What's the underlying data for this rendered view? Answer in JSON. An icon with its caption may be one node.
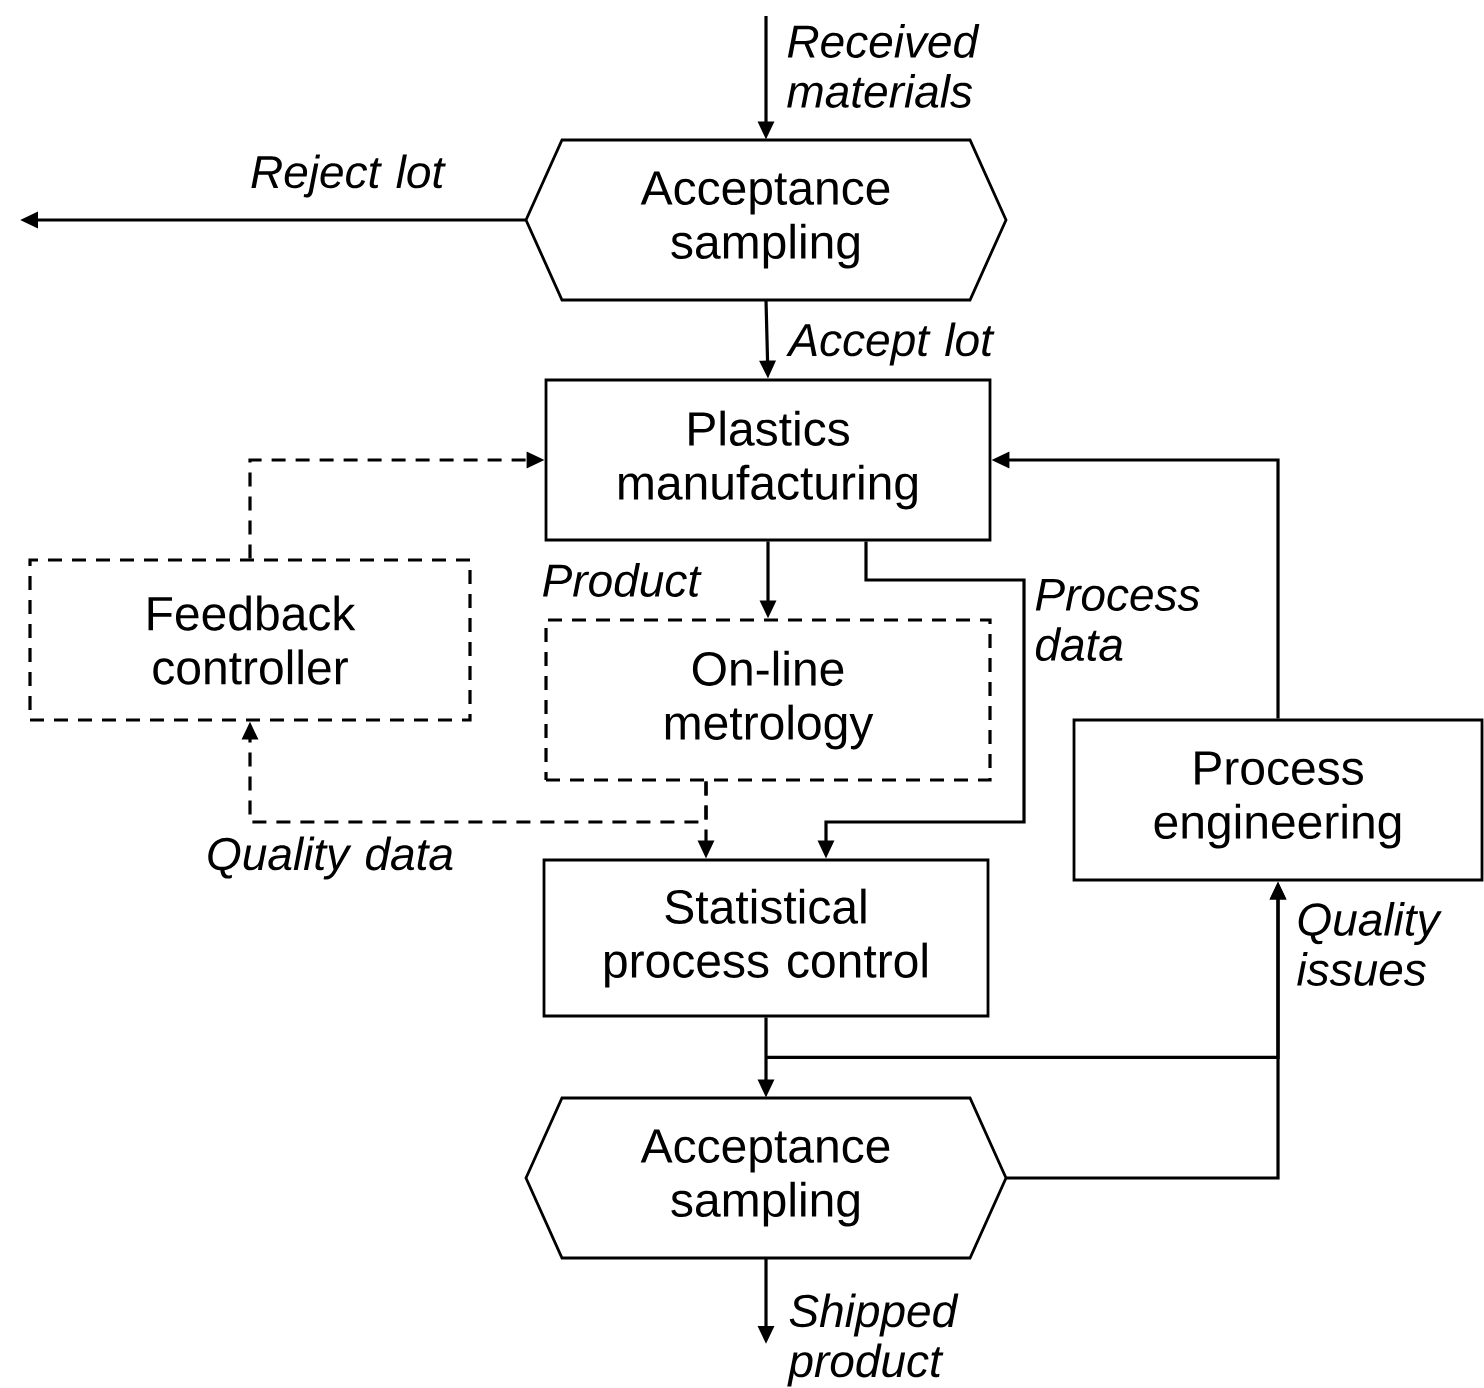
{
  "diagram": {
    "nodes": [
      {
        "text": [
          "Acceptance sampling"
        ]
      },
      {
        "text": [
          "Plastics manufacturing"
        ]
      },
      {
        "text": [
          "Feedback controller"
        ]
      },
      {
        "text": [
          "On-line metrology"
        ]
      },
      {
        "text": [
          "Statistical process control"
        ]
      },
      {
        "text": [
          "Process engineering"
        ]
      },
      {
        "text": [
          "Acceptance sampling"
        ]
      }
    ],
    "edges": [
      {
        "from": null,
        "to": 0,
        "arrow": "to",
        "label": "Received materials"
      },
      {
        "from": 0,
        "to": null,
        "arrow": "to",
        "label": "Reject lot"
      },
      {
        "from": 0,
        "to": 1,
        "arrow": "to",
        "label": "Accept lot"
      },
      {
        "from": 2,
        "to": 1,
        "arrow": "to",
        "style": "dashed"
      },
      {
        "from": 1,
        "to": 3,
        "arrow": "to",
        "label": "Product"
      },
      {
        "from": 1,
        "to": 4,
        "arrow": "to",
        "label": "Process data"
      },
      {
        "from": 3,
        "to": 4,
        "arrow": "to",
        "style": "dashed"
      },
      {
        "from": 3,
        "to": 2,
        "arrow": "to",
        "style": "dashed",
        "label": "Quality data"
      },
      {
        "from": 4,
        "to": 6,
        "arrow": "to"
      },
      {
        "from": 4,
        "to": 5,
        "arrow": "to"
      },
      {
        "from": 6,
        "to": 5,
        "arrow": "to",
        "label": "Quality issues"
      },
      {
        "from": 5,
        "to": 1,
        "arrow": "to"
      },
      {
        "from": 6,
        "to": null,
        "arrow": "to",
        "label": "Shipped product"
      }
    ]
  }
}
